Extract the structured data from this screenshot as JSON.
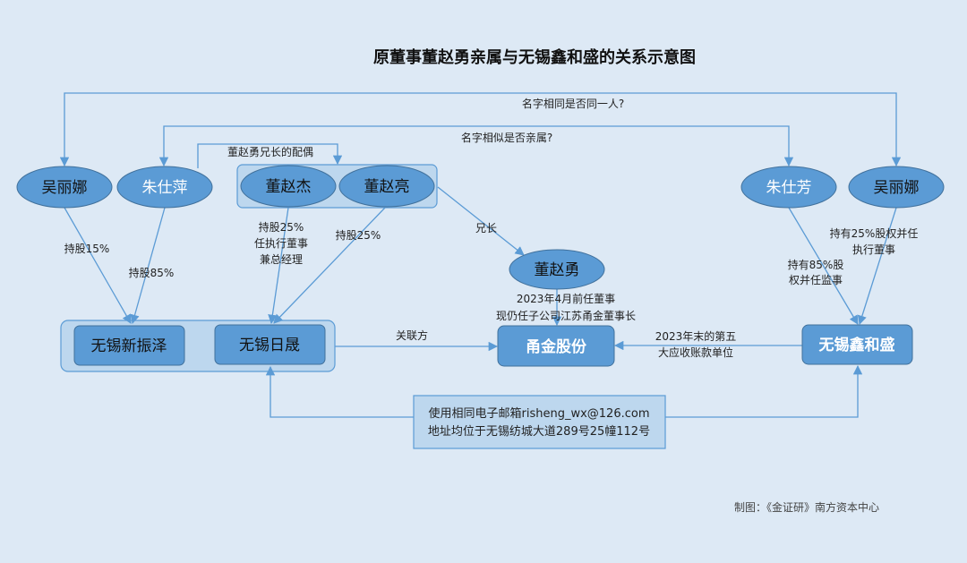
{
  "title": "原董事董赵勇亲属与无锡鑫和盛的关系示意图",
  "colors": {
    "background": "#dde9f5",
    "node": "#5b9bd5",
    "group": "#bdd7ee",
    "edge": "#5b9bd5"
  },
  "nodes": {
    "wu_lina_left": "吴丽娜",
    "zhu_shiping": "朱仕萍",
    "dong_zhaojie": "董赵杰",
    "dong_zhaoliang": "董赵亮",
    "dong_zhaoyong": "董赵勇",
    "zhu_shifang": "朱仕芳",
    "wu_lina_right": "吴丽娜",
    "wuxi_xinzhenze": "无锡新振泽",
    "wuxi_risheng": "无锡日晟",
    "yongjin": "甬金股份",
    "wuxi_xinhesheng": "无锡鑫和盛"
  },
  "edge_labels": {
    "same_name": "名字相同是否同一人?",
    "similar_name": "名字相似是否亲属?",
    "spouse": "董赵勇兄长的配偶",
    "wu_15": "持股15%",
    "zhu_85": "持股85%",
    "jie_line1": "持股25%",
    "jie_line2": "任执行董事",
    "jie_line3": "兼总经理",
    "liang_25": "持股25%",
    "elder_brother": "兄长",
    "yong_line1": "2023年4月前任董事",
    "yong_line2": "现仍任子公司江苏甬金董事长",
    "related_party": "关联方",
    "receivable_line1": "2023年末的第五",
    "receivable_line2": "大应收账款单位",
    "fang_line1": "持有85%股",
    "fang_line2": "权并任监事",
    "wu_r_line1": "持有25%股权并任",
    "wu_r_line2": "执行董事"
  },
  "shared_info": {
    "line1": "使用相同电子邮箱risheng_wx@126.com",
    "line2": "地址均位于无锡纺城大道289号25幢112号"
  },
  "credit": "制图：《金证研》南方资本中心"
}
